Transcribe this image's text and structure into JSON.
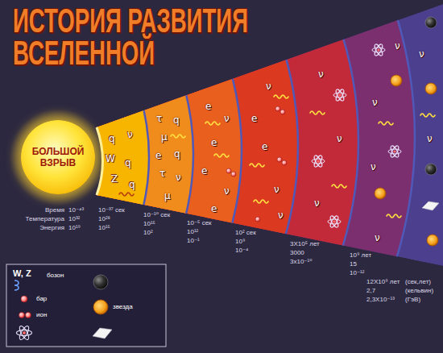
{
  "diagram": {
    "title": "ИСТОРИЯ РАЗВИТИЯ ВСЕЛЕННОЙ",
    "nodes": [
      {
        "text": [
          "БОЛЬШОЙ ВЗРЫВ"
        ]
      }
    ],
    "labels": [
      "Время",
      "Температура",
      "Энергия",
      "10⁻⁴³",
      "10³²",
      "10¹⁹",
      "10⁻³⁷ сек",
      "10²⁸",
      "10¹⁵",
      "10⁻¹⁰ сек",
      "10¹⁵",
      "10²",
      "10⁻⁵ сек",
      "10¹²",
      "10⁻¹",
      "10² сек",
      "10⁹",
      "10⁻⁴",
      "3X10⁵ лет",
      "3000",
      "3x10⁻¹⁰",
      "10⁹ лет",
      "15",
      "10⁻¹²",
      "12X10⁹ лет",
      "(сек,лет)",
      "2,7",
      "(кельвин)",
      "2,3X10⁻¹³",
      "(ГэВ)",
      "W, Z",
      "q",
      "ν",
      "W",
      "q",
      "Z",
      "q",
      "τ",
      "q",
      "μ",
      "e",
      "q",
      "τ",
      "ν",
      "μ",
      "e",
      "ν",
      "e",
      "e",
      "ν",
      "e",
      "ν",
      "e",
      "e",
      "ν",
      "ν",
      "ν",
      "ν",
      "ν",
      "ν",
      "ν",
      "ν",
      "ν",
      "ν",
      "ν"
    ],
    "legend": [
      {
        "text": "бозон"
      },
      {
        "text": "бар"
      },
      {
        "text": "звезда"
      },
      {
        "text": "ион"
      }
    ]
  }
}
